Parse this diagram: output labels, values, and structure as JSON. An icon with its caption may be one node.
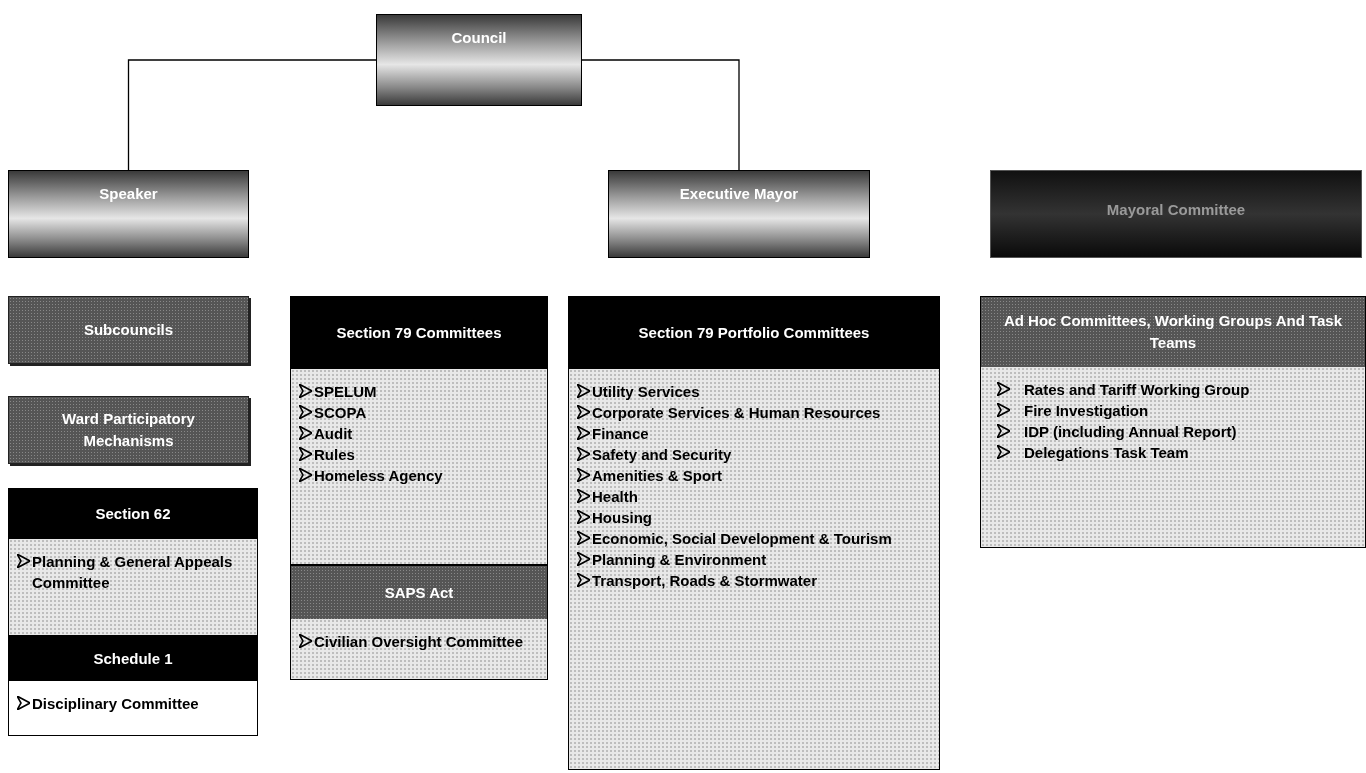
{
  "diagram": {
    "nodes": [
      {
        "text": [
          "Council"
        ]
      },
      {
        "text": [
          "Speaker"
        ]
      },
      {
        "text": [
          "Executive Mayor"
        ]
      },
      {
        "text": [
          "Mayoral Committee"
        ]
      },
      {
        "text": [
          "Subcouncils"
        ]
      },
      {
        "text": [
          "Ward Participatory Mechanisms"
        ]
      },
      {
        "text": [
          "Section 62",
          "Planning & General Appeals Committee"
        ]
      },
      {
        "text": [
          "Schedule 1",
          "Disciplinary Committee"
        ]
      },
      {
        "text": [
          "Section 79 Committees",
          "SPELUM",
          "SCOPA",
          "Audit",
          "Rules",
          "Homeless Agency"
        ]
      },
      {
        "text": [
          "SAPS Act",
          "Civilian Oversight Committee"
        ]
      },
      {
        "text": [
          "Section 79 Portfolio Committees",
          "Utility Services",
          "Corporate Services & Human Resources",
          "Finance",
          "Safety and Security",
          "Amenities & Sport",
          "Health",
          "Housing",
          "Economic, Social Development & Tourism",
          "Planning & Environment",
          "Transport, Roads & Stormwater"
        ]
      },
      {
        "text": [
          "Ad Hoc Committees, Working Groups And Task Teams",
          "Rates and Tariff Working Group",
          "Fire Investigation",
          "IDP (including Annual Report)",
          "Delegations Task Team"
        ]
      }
    ],
    "edges": [
      {
        "from": 0,
        "to": 1,
        "arrow": "none"
      },
      {
        "from": 0,
        "to": 2,
        "arrow": "none"
      }
    ]
  }
}
